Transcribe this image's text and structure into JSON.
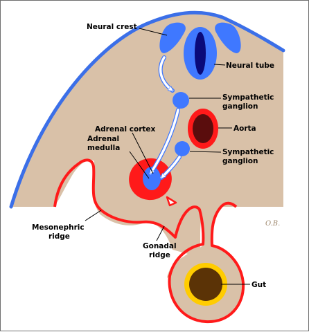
{
  "diagram": {
    "labels": {
      "neural_crest": "Neural crest",
      "neural_tube": "Neural tube",
      "sympathetic_ganglion_1_line1": "Sympathetic",
      "sympathetic_ganglion_1_line2": "ganglion",
      "aorta": "Aorta",
      "adrenal_cortex": "Adrenal cortex",
      "adrenal_medulla_line1": "Adrenal",
      "adrenal_medulla_line2": "medulla",
      "sympathetic_ganglion_2_line1": "Sympathetic",
      "sympathetic_ganglion_2_line2": "ganglion",
      "mesonephric_ridge_line1": "Mesonephric",
      "mesonephric_ridge_line2": "ridge",
      "gonadal_ridge_line1": "Gonadal",
      "gonadal_ridge_line2": "ridge",
      "gut": "Gut"
    },
    "signature": "O.B.",
    "colors": {
      "tissue": "#d9c1a8",
      "ectoderm": "#3b6fe8",
      "mesoderm": "#ff1a1a",
      "neural_blue": "#3f78ff",
      "neural_lumen": "#0a0a7a",
      "aorta_lumen": "#5a0d0d",
      "gut_lumen": "#5b3306",
      "gut_ring": "#ffcc00"
    }
  }
}
